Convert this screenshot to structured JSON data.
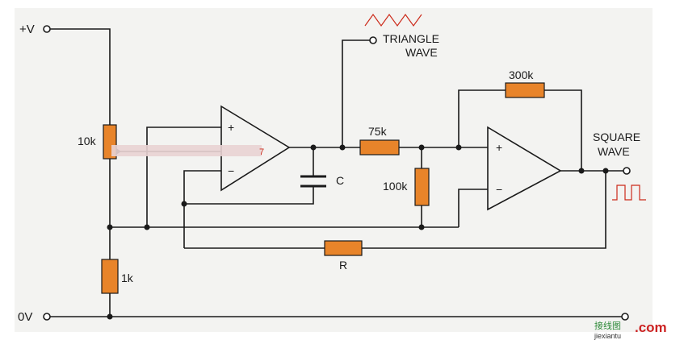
{
  "colors": {
    "paper": "#f3f3f1",
    "wire": "#1a1a1a",
    "resistor": "#e8842a",
    "resistor_outline": "#1a1a1a",
    "waveform": "#cc2a1a",
    "watermark_green": "#2f8a3a",
    "watermark_red": "#cc2222"
  },
  "labels": {
    "supply_pos": "+V",
    "supply_zero": "0V",
    "pot": "10k",
    "r_1k": "1k",
    "capacitor": "C",
    "r_75k": "75k",
    "r_100k": "100k",
    "r_300k": "300k",
    "r_timing": "R",
    "triangle_line1": "TRIANGLE",
    "triangle_line2": "WAVE",
    "square_line1": "SQUARE",
    "square_line2": "WAVE",
    "opamp_plus": "+",
    "opamp_minus": "−"
  },
  "watermark": {
    "site": "jiexiantu",
    "domain": ".com",
    "logo_text": "接线图"
  },
  "icons": [
    "triangle-wave-icon",
    "square-wave-icon",
    "opamp-symbol",
    "capacitor-symbol",
    "resistor-symbol"
  ]
}
